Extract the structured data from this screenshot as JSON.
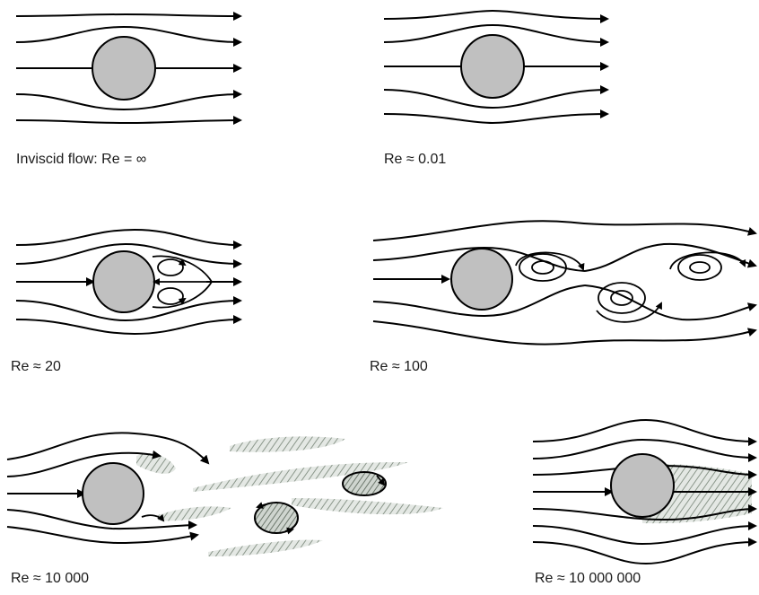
{
  "figure": {
    "panels": [
      {
        "id": "inviscid",
        "caption": "Inviscid flow: Re = ∞"
      },
      {
        "id": "re-001",
        "caption": "Re ≈ 0.01"
      },
      {
        "id": "re-20",
        "caption": "Re ≈ 20"
      },
      {
        "id": "re-100",
        "caption": "Re ≈ 100"
      },
      {
        "id": "re-10000",
        "caption": "Re ≈ 10 000"
      },
      {
        "id": "re-10000000",
        "caption": "Re ≈ 10 000 000"
      }
    ],
    "colors": {
      "cylinder": "#c0c0c0",
      "streamline": "#000000",
      "turbulent_hatch": "#9aa79a"
    }
  }
}
